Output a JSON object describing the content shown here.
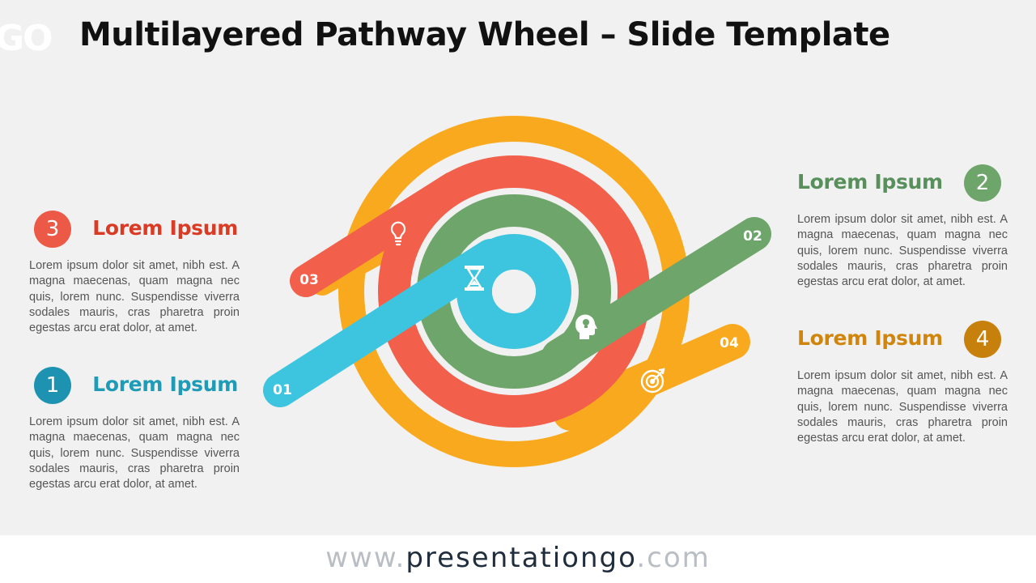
{
  "logo_text": "GO",
  "title": "Multilayered Pathway Wheel – Slide Template",
  "colors": {
    "step1": "#3dc5df",
    "step2": "#6ea56b",
    "step3": "#f25f4a",
    "step4": "#f9a91e",
    "heading1": "#1e9bb6",
    "heading2": "#57905a",
    "heading3": "#da3b24",
    "heading4": "#d0860c",
    "badge1": "#1e93b1",
    "badge2": "#6ea56b",
    "badge3": "#ec5a47",
    "badge4": "#c8800c"
  },
  "steps": {
    "s1": {
      "number": "1",
      "tag": "01",
      "heading": "Lorem Ipsum",
      "body": "Lorem ipsum dolor sit amet, nibh est. A magna maecenas, quam magna nec quis, lorem nunc. Suspendisse viverra sodales mauris, cras pharetra proin egestas arcu erat dolor, at amet.",
      "icon": "hourglass-icon"
    },
    "s2": {
      "number": "2",
      "tag": "02",
      "heading": "Lorem Ipsum",
      "body": "Lorem ipsum dolor sit amet, nibh est. A magna maecenas, quam magna nec quis, lorem nunc. Suspendisse viverra sodales mauris, cras pharetra proin egestas arcu erat dolor, at amet.",
      "icon": "head-idea-icon"
    },
    "s3": {
      "number": "3",
      "tag": "03",
      "heading": "Lorem Ipsum",
      "body": "Lorem ipsum dolor sit amet, nibh est. A magna maecenas, quam magna nec quis, lorem nunc. Suspendisse viverra sodales mauris, cras pharetra proin egestas arcu erat dolor, at amet.",
      "icon": "lightbulb-icon"
    },
    "s4": {
      "number": "4",
      "tag": "04",
      "heading": "Lorem Ipsum",
      "body": "Lorem ipsum dolor sit amet, nibh est. A magna maecenas, quam magna nec quis, lorem nunc. Suspendisse viverra sodales mauris, cras pharetra proin egestas arcu erat dolor, at amet.",
      "icon": "target-icon"
    }
  },
  "footer": {
    "prefix": "www.",
    "brand": "presentationgo",
    "suffix": ".com"
  }
}
